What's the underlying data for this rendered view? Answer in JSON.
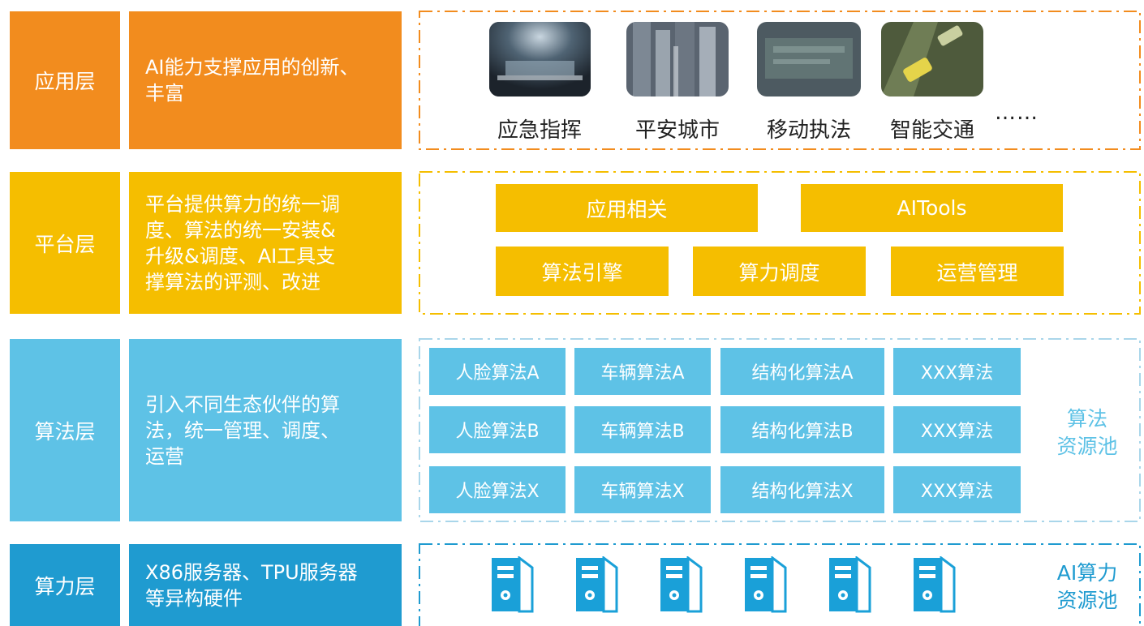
{
  "layers": [
    {
      "name": "应用层",
      "desc_lines": [
        "AI能力支撑应用的创新、",
        "丰富"
      ]
    },
    {
      "name": "平台层",
      "desc_lines": [
        "平台提供算力的统一调",
        "度、算法的统一安装&",
        "升级&调度、AI工具支",
        "撑算法的评测、改进"
      ]
    },
    {
      "name": "算法层",
      "desc_lines": [
        "引入不同生态伙伴的算",
        "法，统一管理、调度、",
        "运营"
      ]
    },
    {
      "name": "算力层",
      "desc_lines": [
        "X86服务器、TPU服务器",
        "等异构硬件"
      ]
    }
  ],
  "applications": {
    "items": [
      {
        "label": "应急指挥",
        "icon": "command-center-image"
      },
      {
        "label": "平安城市",
        "icon": "safe-city-image"
      },
      {
        "label": "移动执法",
        "icon": "mobile-enforcement-image"
      },
      {
        "label": "智能交通",
        "icon": "smart-traffic-image"
      }
    ],
    "more": "……"
  },
  "platform": {
    "row1": [
      "应用相关",
      "AITools"
    ],
    "row2": [
      "算法引擎",
      "算力调度",
      "运营管理"
    ]
  },
  "algorithms": {
    "rows": [
      [
        "人脸算法A",
        "车辆算法A",
        "结构化算法A",
        "XXX算法"
      ],
      [
        "人脸算法B",
        "车辆算法B",
        "结构化算法B",
        "XXX算法"
      ],
      [
        "人脸算法X",
        "车辆算法X",
        "结构化算法X",
        "XXX算法"
      ]
    ],
    "pool_label_lines": [
      "算法",
      "资源池"
    ]
  },
  "compute": {
    "server_count": 6,
    "server_icon": "server-tower-icon",
    "pool_label_lines": [
      "AI算力",
      "资源池"
    ]
  },
  "colors": {
    "orange": "#f28c1e",
    "yellow": "#f5be00",
    "light_blue": "#5ec2e6",
    "dark_blue": "#1f9bd0",
    "server_blue": "#1aa0d8"
  }
}
